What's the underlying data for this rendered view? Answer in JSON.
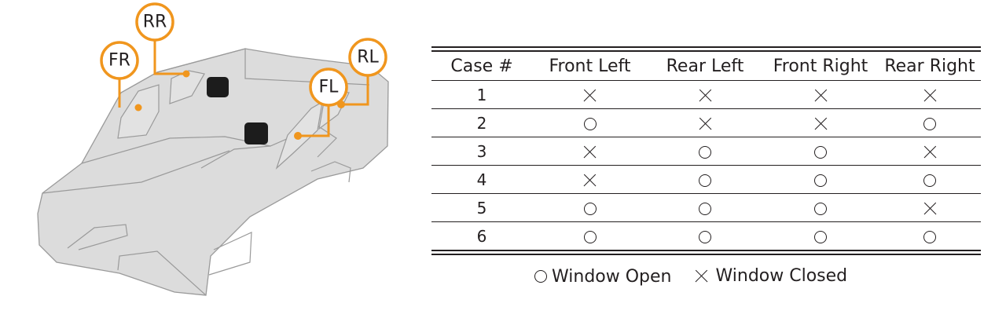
{
  "diagram": {
    "labels": [
      "FR",
      "RR",
      "FL",
      "RL"
    ],
    "colors": {
      "accent": "#f0961e",
      "car_body": "#dcdcdc",
      "car_line": "#9a9a9a",
      "text": "#231f20"
    }
  },
  "table": {
    "headers": [
      "Case #",
      "Front Left",
      "Rear Left",
      "Front Right",
      "Rear Right"
    ],
    "rows": [
      {
        "case": "1",
        "states": [
          "closed",
          "closed",
          "closed",
          "closed"
        ]
      },
      {
        "case": "2",
        "states": [
          "open",
          "closed",
          "closed",
          "open"
        ]
      },
      {
        "case": "3",
        "states": [
          "closed",
          "open",
          "open",
          "closed"
        ]
      },
      {
        "case": "4",
        "states": [
          "closed",
          "open",
          "open",
          "open"
        ]
      },
      {
        "case": "5",
        "states": [
          "open",
          "open",
          "open",
          "closed"
        ]
      },
      {
        "case": "6",
        "states": [
          "open",
          "open",
          "open",
          "open"
        ]
      }
    ]
  },
  "legend": {
    "open_label": "Window Open",
    "closed_label": "Window Closed"
  }
}
